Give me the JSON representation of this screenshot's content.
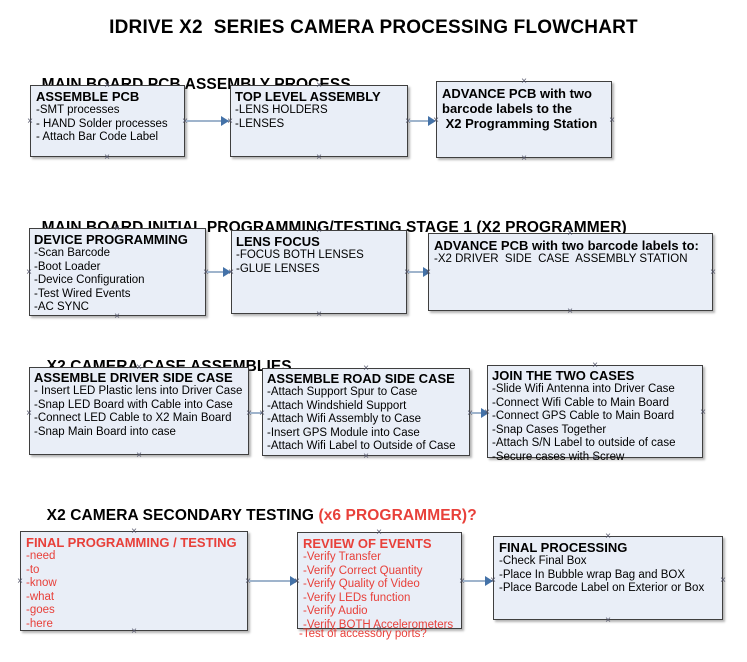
{
  "document": {
    "title": "IDRIVE X2  SERIES CAMERA PROCESSING FLOWCHART"
  },
  "colors": {
    "box_fill": "#e9eef7",
    "box_border": "#3f3f3f",
    "connector": "#9fb4cc",
    "arrowhead": "#4472a8",
    "accent_red": "#e8403a",
    "text": "#000000",
    "background": "#ffffff"
  },
  "sections": [
    {
      "id": "main-board-pcb-assembly-process",
      "heading": "MAIN BOARD PCB ASSEMBLY PROCESS",
      "heading_accent": "",
      "nodes": [
        {
          "id": "assemble-pcb",
          "title": "ASSEMBLE PCB",
          "lines": [
            "-SMT processes",
            "- HAND Solder processes",
            "- Attach Bar Code Label"
          ]
        },
        {
          "id": "top-level-assembly",
          "title": "TOP LEVEL ASSEMBLY",
          "lines": [
            "-LENS HOLDERS",
            "-LENSES"
          ]
        },
        {
          "id": "advance-pcb-to-x2-programming-station",
          "title": "ADVANCE PCB with two\nbarcode labels to the\n X2 Programming Station",
          "lines": []
        }
      ]
    },
    {
      "id": "main-board-initial-programming-testing-stage-1",
      "heading": "MAIN BOARD INITIAL PROGRAMMING/TESTING STAGE 1 (X2 PROGRAMMER)",
      "heading_accent": "",
      "nodes": [
        {
          "id": "device-programming",
          "title": "DEVICE PROGRAMMING",
          "lines": [
            "-Scan Barcode",
            "-Boot Loader",
            "-Device Configuration",
            "-Test Wired Events",
            "-AC SYNC"
          ]
        },
        {
          "id": "lens-focus",
          "title": "LENS FOCUS",
          "lines": [
            "-FOCUS BOTH LENSES",
            "-GLUE LENSES"
          ]
        },
        {
          "id": "advance-pcb-to-driver-side-case-assembly",
          "title": "ADVANCE PCB with two barcode labels to:",
          "lines": [
            "-X2 DRIVER  SIDE  CASE  ASSEMBLY STATION"
          ]
        }
      ]
    },
    {
      "id": "x2-camera-case-assemblies",
      "heading": "X2 CAMERA CASE ASSEMBLIES",
      "heading_accent": "",
      "nodes": [
        {
          "id": "assemble-driver-side-case",
          "title": "ASSEMBLE DRIVER SIDE CASE",
          "lines": [
            "- Insert LED Plastic lens into Driver Case",
            "-Snap LED Board with Cable into Case",
            "-Connect LED Cable to X2 Main Board",
            "-Snap Main Board into case"
          ]
        },
        {
          "id": "assemble-road-side-case",
          "title": "ASSEMBLE ROAD SIDE CASE",
          "lines": [
            "-Attach Support Spur to Case",
            "-Attach Windshield Support",
            "-Attach Wifi Assembly to Case",
            "-Insert GPS Module into Case",
            "-Attach Wifi Label to Outside of Case"
          ]
        },
        {
          "id": "join-the-two-cases",
          "title": "JOIN THE TWO CASES",
          "lines": [
            "-Slide Wifi Antenna into Driver Case",
            "-Connect Wifi Cable to Main Board",
            "-Connect GPS Cable to Main Board",
            "-Snap Cases Together",
            "-Attach S/N Label to outside of case",
            "-Secure cases with Screw"
          ]
        }
      ]
    },
    {
      "id": "x2-camera-secondary-testing",
      "heading": "X2 CAMERA SECONDARY TESTING ",
      "heading_accent": "(x6 PROGRAMMER)?",
      "nodes": [
        {
          "id": "final-programming-testing",
          "title": "FINAL PROGRAMMING / TESTING",
          "lines": [
            "-need",
            "-to",
            "-know",
            "-what",
            "-goes",
            "-here"
          ]
        },
        {
          "id": "review-of-events",
          "title": "REVIEW OF EVENTS",
          "lines": [
            "-Verify Transfer",
            "-Verify Correct Quantity",
            "-Verify Quality of Video",
            "-Verify LEDs function",
            "-Verify Audio",
            "-Verify BOTH Accelerometers"
          ],
          "overflow_line": "-Test of accessory ports?"
        },
        {
          "id": "final-processing",
          "title": "FINAL PROCESSING",
          "lines": [
            "-Check Final Box",
            "-Place In Bubble wrap Bag and BOX",
            "-Place Barcode Label on Exterior or Box"
          ]
        }
      ]
    }
  ]
}
